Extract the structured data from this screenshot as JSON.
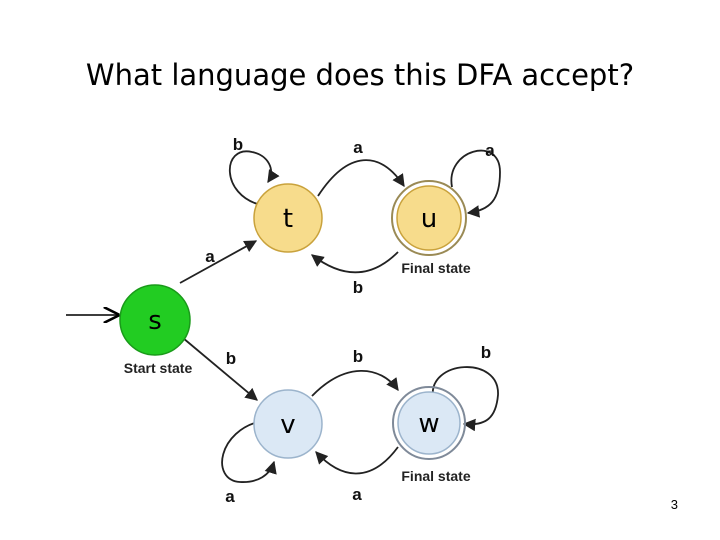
{
  "title": "What language does this DFA accept?",
  "page_number": "3",
  "states": {
    "s": {
      "name": "s",
      "caption": "Start state",
      "fill": "#22cc22"
    },
    "t": {
      "name": "t",
      "fill": "#f7dc8c"
    },
    "u": {
      "name": "u",
      "caption": "Final state",
      "fill": "#f7dc8c"
    },
    "v": {
      "name": "v",
      "fill": "#dbe8f5"
    },
    "w": {
      "name": "w",
      "caption": "Final state",
      "fill": "#dbe8f5"
    }
  },
  "transitions": {
    "s_t": "a",
    "s_v": "b",
    "t_t": "b",
    "t_u": "a",
    "u_u": "a",
    "u_t": "b",
    "v_w": "b",
    "w_w": "b",
    "w_v": "a",
    "v_v": "a"
  }
}
